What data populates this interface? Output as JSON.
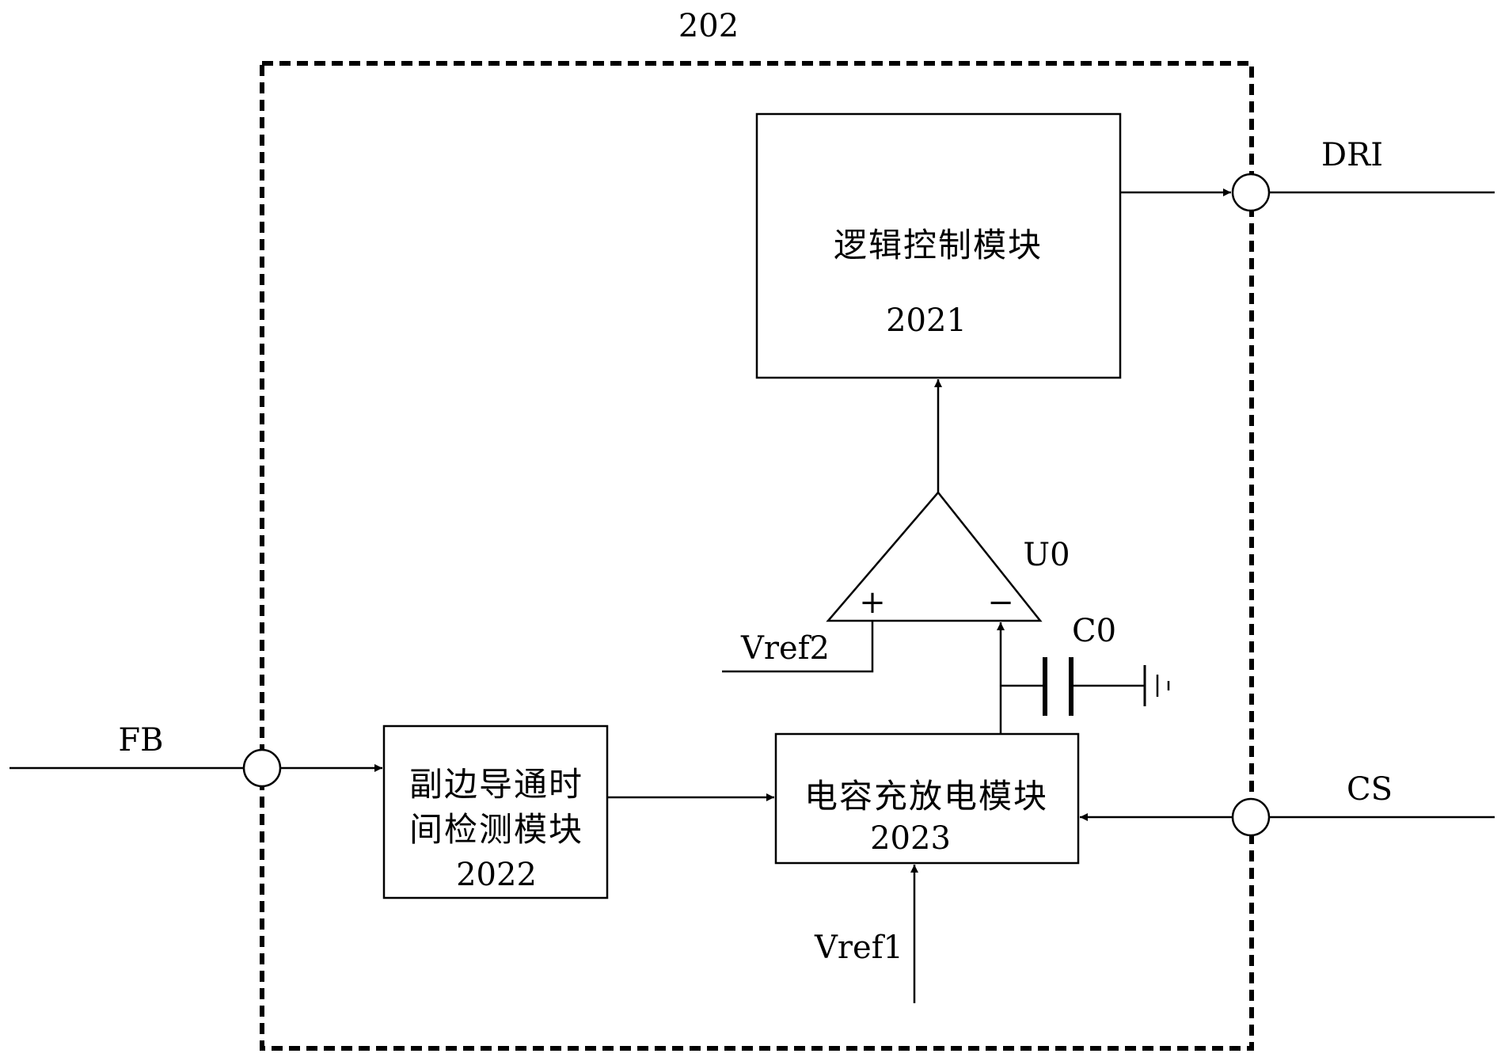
{
  "outer_block_label": "202",
  "logic_module": {
    "name": "逻辑控制模块",
    "id": "2021"
  },
  "detect_module": {
    "line1": "副边导通时",
    "line2": "间检测模块",
    "id": "2022"
  },
  "capacitor_module": {
    "name": "电容充放电模块",
    "id": "2023"
  },
  "comparator": {
    "label": "U0",
    "plus_sign": "+",
    "minus_sign": "−"
  },
  "capacitor": {
    "label": "C0"
  },
  "pins": {
    "fb": "FB",
    "dri": "DRI",
    "cs": "CS"
  },
  "references": {
    "vref1": "Vref1",
    "vref2": "Vref2"
  }
}
